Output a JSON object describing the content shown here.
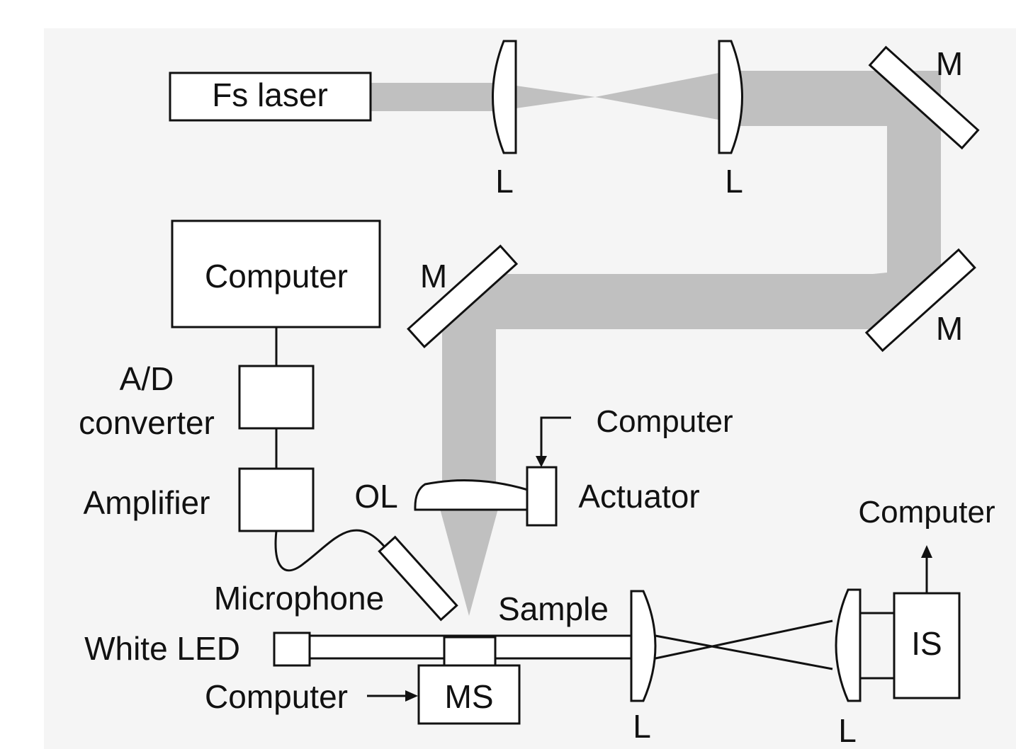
{
  "colors": {
    "panel_bg": "#f5f5f5",
    "beam": "#c0c0c0",
    "stroke": "#111111"
  },
  "labels": {
    "fs_laser": "Fs laser",
    "lens": "L",
    "mirror": "M",
    "computer": "Computer",
    "ad_converter_line1": "A/D",
    "ad_converter_line2": "converter",
    "amplifier": "Amplifier",
    "microphone": "Microphone",
    "white_led": "White LED",
    "objective_lens": "OL",
    "actuator": "Actuator",
    "sample": "Sample",
    "motorized_stage": "MS",
    "image_sensor": "IS"
  }
}
